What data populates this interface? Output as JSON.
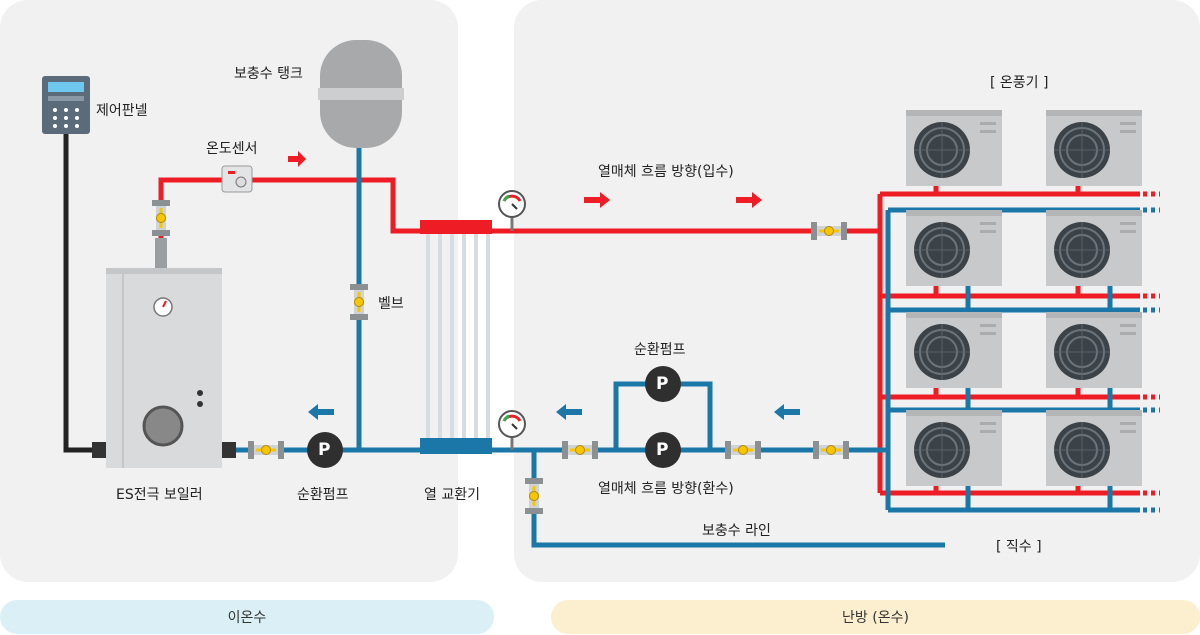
{
  "colors": {
    "supply_red": "#ee1c24",
    "return_blue": "#1a77a8",
    "panel_bg": "#f1f1f1",
    "primary_pill": "#daf0f6",
    "heating_pill": "#fcefcf",
    "valve_yellow": "#f7c600",
    "pump_dark": "#333333"
  },
  "labels": {
    "control_panel": "제어판넬",
    "temp_sensor": "온도센서",
    "expansion_tank": "보충수 탱크",
    "valve": "벨브",
    "boiler": "ES전극 보일러",
    "pump_primary": "순환펌프",
    "heat_exchanger": "열 교환기",
    "flow_supply": "열매체 흐름 방향(입수)",
    "pump_secondary": "순환펌프",
    "flow_return": "열매체 흐름 방향(환수)",
    "makeup_line": "보충수 라인",
    "fan_heater": "[ 온풍기 ]",
    "direct_water": "[ 직수 ]",
    "pump_symbol": "P"
  },
  "footer": {
    "left": "이온수",
    "right": "난방 (온수)"
  },
  "icons": [
    "control-panel-icon",
    "thermometer-icon",
    "pressure-gauge-icon",
    "valve-icon",
    "pump-icon",
    "flow-arrow-icon",
    "fan-heater-icon",
    "expansion-tank-icon"
  ]
}
